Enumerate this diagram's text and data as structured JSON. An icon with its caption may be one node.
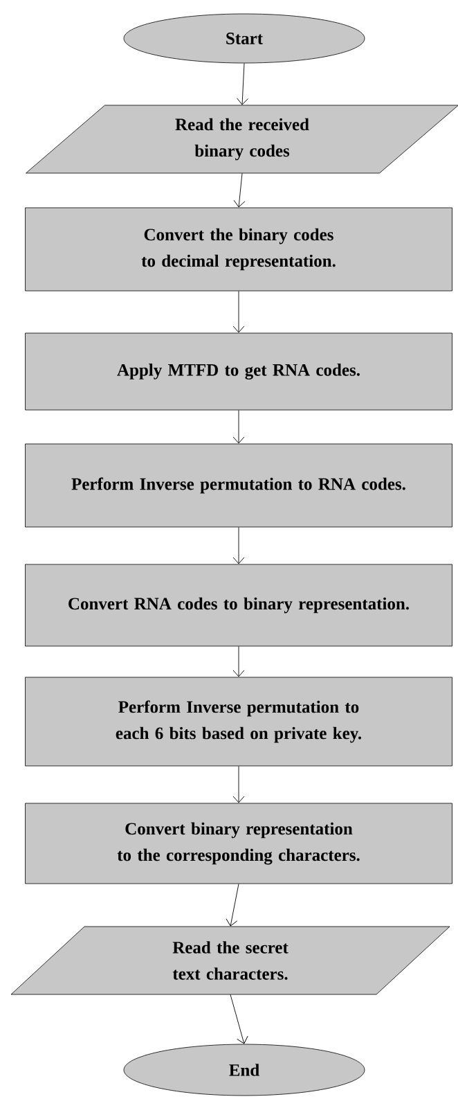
{
  "diagram": {
    "nodes": [
      {
        "text": [
          "Start"
        ]
      },
      {
        "text": [
          "Read the received binary codes"
        ]
      },
      {
        "text": [
          "Convert the binary codes to decimal representation."
        ]
      },
      {
        "text": [
          "Apply MTFD to get RNA codes."
        ]
      },
      {
        "text": [
          "Perform Inverse permutation to RNA codes."
        ]
      },
      {
        "text": [
          "Convert RNA codes to binary representation."
        ]
      },
      {
        "text": [
          "Perform Inverse permutation to each 6 bits based on private key."
        ]
      },
      {
        "text": [
          "Convert binary representation to the corresponding characters."
        ]
      },
      {
        "text": [
          "Read the secret text characters."
        ]
      },
      {
        "text": [
          "End"
        ]
      }
    ],
    "edges": [
      {
        "from": 0,
        "to": 1,
        "arrow": "to"
      },
      {
        "from": 1,
        "to": 2,
        "arrow": "to"
      },
      {
        "from": 2,
        "to": 3,
        "arrow": "to"
      },
      {
        "from": 3,
        "to": 4,
        "arrow": "to"
      },
      {
        "from": 4,
        "to": 5,
        "arrow": "to"
      },
      {
        "from": 5,
        "to": 6,
        "arrow": "to"
      },
      {
        "from": 6,
        "to": 7,
        "arrow": "to"
      },
      {
        "from": 7,
        "to": 8,
        "arrow": "to"
      },
      {
        "from": 8,
        "to": 9,
        "arrow": "to"
      }
    ]
  }
}
